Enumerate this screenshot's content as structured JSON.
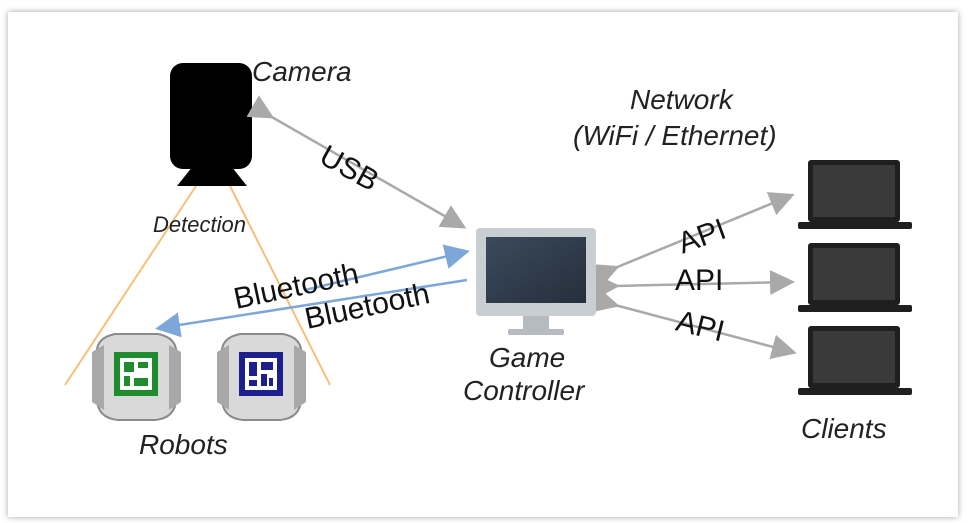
{
  "nodes": {
    "camera": "Camera",
    "detection": "Detection",
    "robots": "Robots",
    "game_controller_line1": "Game",
    "game_controller_line2": "Controller",
    "network_line1": "Network",
    "network_line2": "(WiFi / Ethernet)",
    "clients": "Clients"
  },
  "edges": {
    "usb": "USB",
    "bluetooth_1": "Bluetooth",
    "bluetooth_2": "Bluetooth",
    "api_1": "API",
    "api_2": "API",
    "api_3": "API"
  },
  "colors": {
    "arrow_gray": "#a9a9a9",
    "arrow_blue": "#7da7d9",
    "detection_cone": "#f5c07a",
    "monitor_screen": "#2f3b4a",
    "monitor_frame": "#c9ced3",
    "laptop_body": "#1f1f1f",
    "marker_green": "#1f8c2e",
    "marker_blue": "#1c1f8c"
  }
}
